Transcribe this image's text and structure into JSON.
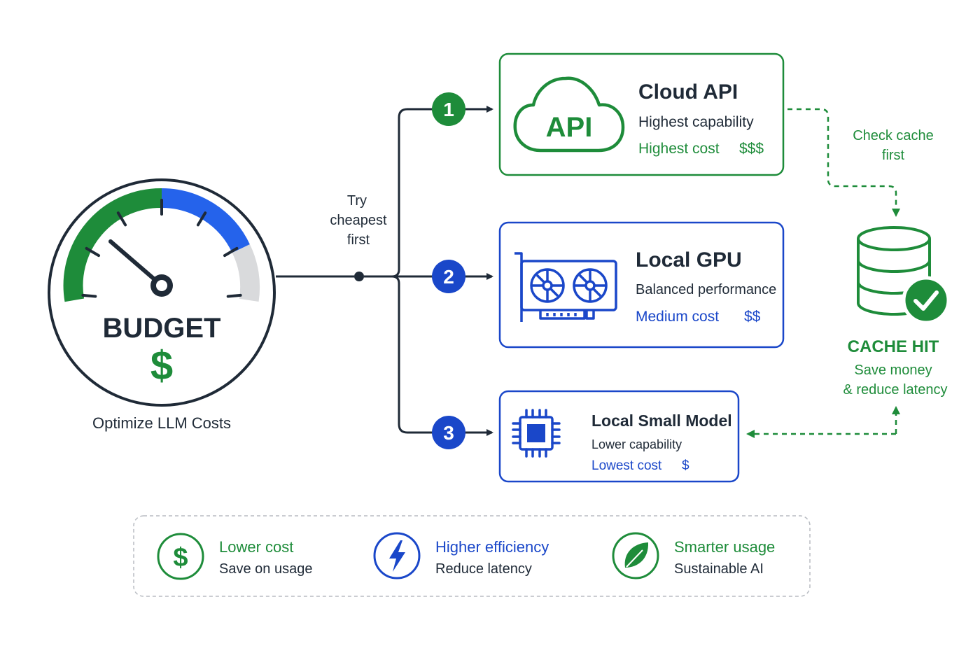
{
  "colors": {
    "green": "#1E8C3A",
    "blue": "#1A47C9",
    "dark": "#1F2A37",
    "bright_blue": "#2563EB",
    "grey": "#D9DADC"
  },
  "budget": {
    "title": "BUDGET",
    "symbol": "$",
    "caption": "Optimize LLM Costs",
    "icon": "speedometer-gauge-icon"
  },
  "flow_label": [
    "Try",
    "cheapest",
    "first"
  ],
  "options": [
    {
      "number": "1",
      "title": "Cloud API",
      "description": "Highest capability",
      "cost_label": "Highest cost",
      "cost_symbol": "$$$",
      "icon": "cloud-api-icon",
      "icon_text": "API"
    },
    {
      "number": "2",
      "title": "Local GPU",
      "description": "Balanced performance",
      "cost_label": "Medium cost",
      "cost_symbol": "$$",
      "icon": "gpu-card-icon"
    },
    {
      "number": "3",
      "title": "Local Small Model",
      "description": "Lower capability",
      "cost_label": "Lowest cost",
      "cost_symbol": "$",
      "icon": "chip-icon"
    }
  ],
  "cache": {
    "check_label": [
      "Check cache",
      "first"
    ],
    "title": "CACHE HIT",
    "subtitle": [
      "Save money",
      "& reduce latency"
    ],
    "icon": "database-check-icon"
  },
  "benefits": [
    {
      "title": "Lower cost",
      "subtitle": "Save on usage",
      "icon": "dollar-circle-icon"
    },
    {
      "title": "Higher efficiency",
      "subtitle": "Reduce latency",
      "icon": "lightning-icon"
    },
    {
      "title": "Smarter usage",
      "subtitle": "Sustainable AI",
      "icon": "leaf-icon"
    }
  ]
}
